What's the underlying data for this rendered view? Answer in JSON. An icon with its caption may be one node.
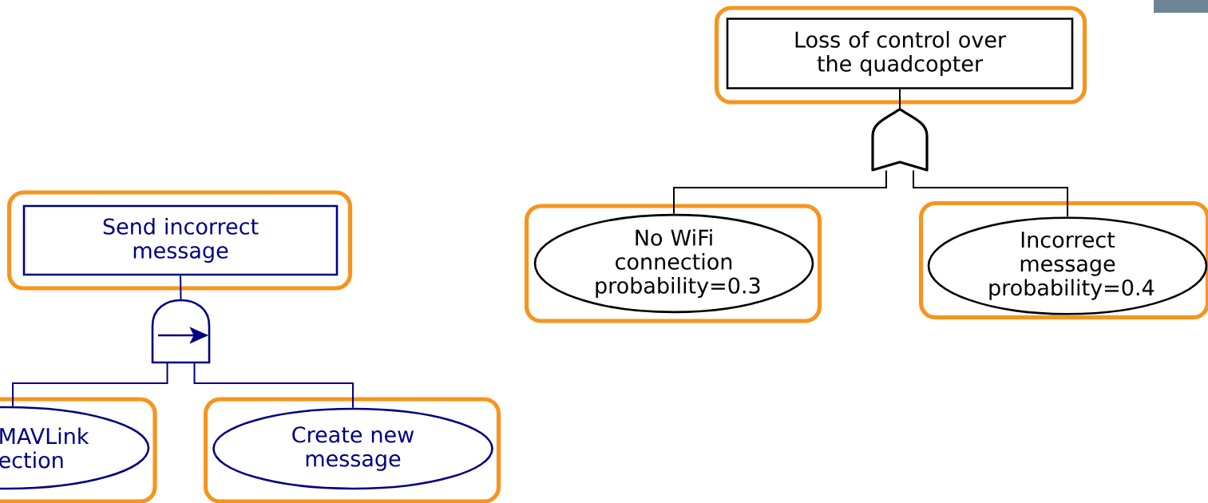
{
  "diagram": {
    "nodes": [
      {
        "text": [],
        "shape": "box"
      },
      {
        "text": [
          "Loss of control over the quadcopter"
        ],
        "in": 0
      },
      {
        "text": [],
        "shape": "gate"
      },
      {
        "text": [],
        "shape": "box"
      },
      {
        "text": [
          "No WiFi connection probability=0.3"
        ],
        "in": 3
      },
      {
        "text": [],
        "shape": "box"
      },
      {
        "text": [
          "Incorrect message probability=0.4"
        ],
        "in": 5
      },
      {
        "text": [],
        "shape": "box"
      },
      {
        "text": [
          "Send incorrect message"
        ],
        "in": 7
      },
      {
        "text": [],
        "shape": "gate"
      },
      {
        "text": [],
        "shape": "box"
      },
      {
        "text": [
          "MAVLink ection"
        ],
        "in": 10
      },
      {
        "text": [],
        "shape": "box"
      },
      {
        "text": [
          "Create new message"
        ],
        "in": 12
      }
    ],
    "edges": [
      {
        "from": 1,
        "to": 2,
        "arrow": "none",
        "color": "#000000"
      },
      {
        "from": 2,
        "to": 4,
        "arrow": "none",
        "color": "#000000"
      },
      {
        "from": 2,
        "to": 6,
        "arrow": "none",
        "color": "#000000"
      },
      {
        "from": 8,
        "to": 9,
        "arrow": "none",
        "color": "#000080"
      },
      {
        "from": 9,
        "to": 11,
        "arrow": "none",
        "color": "#000080"
      },
      {
        "from": 9,
        "to": 13,
        "arrow": "none",
        "color": "#000080"
      }
    ]
  }
}
